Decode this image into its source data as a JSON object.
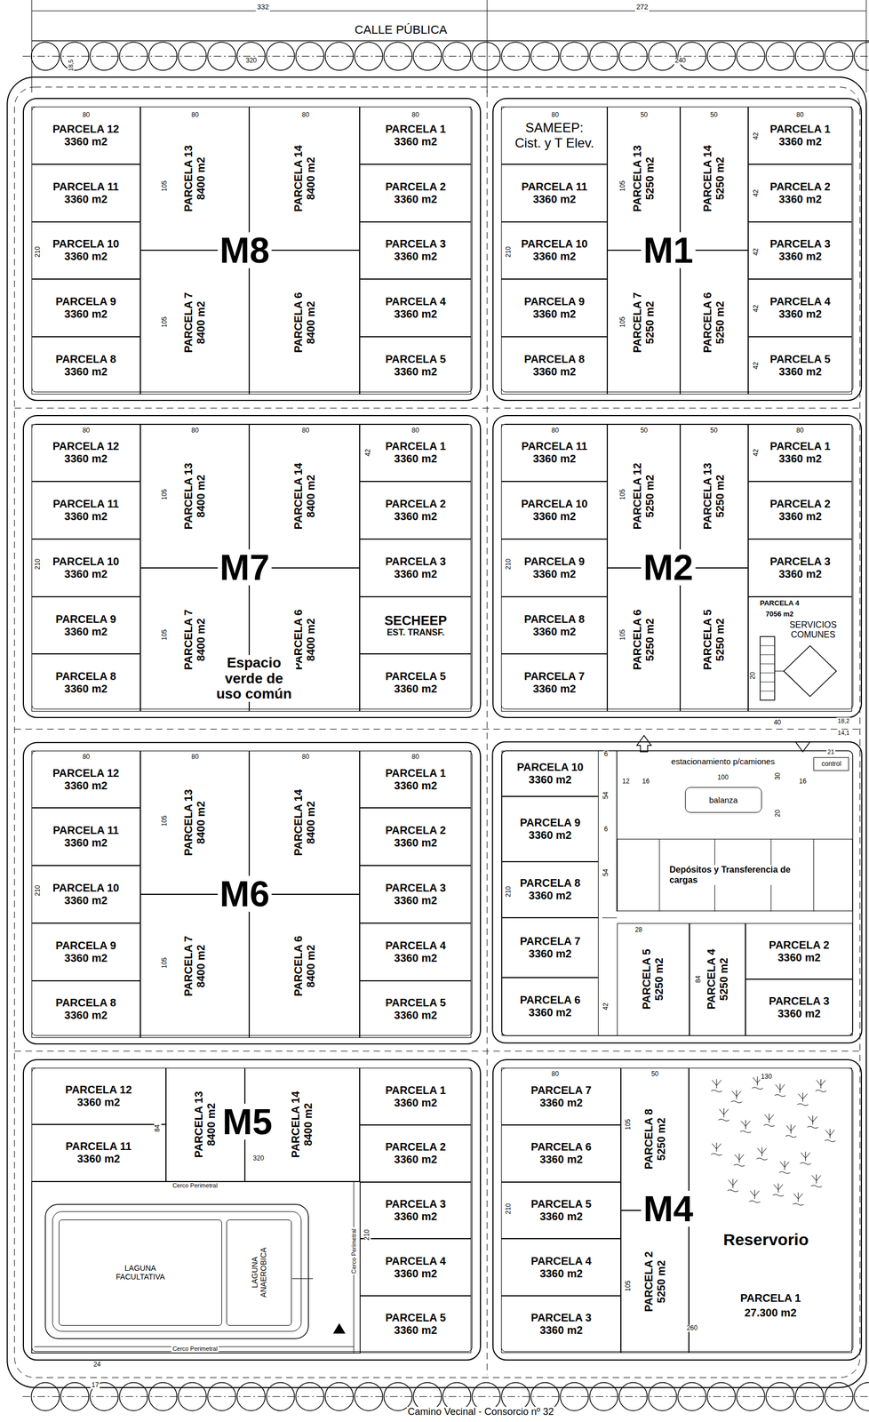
{
  "diagram": {
    "nodes": [
      {
        "text": [
          "M8"
        ]
      },
      {
        "text": [
          "PARCELA 12",
          "3360 m2"
        ],
        "in": 0
      },
      {
        "text": [
          "PARCELA 11",
          "3360 m2"
        ],
        "in": 0
      },
      {
        "text": [
          "PARCELA 10",
          "3360 m2"
        ],
        "in": 0
      },
      {
        "text": [
          "PARCELA 9",
          "3360 m2"
        ],
        "in": 0
      },
      {
        "text": [
          "PARCELA 8",
          "3360 m2"
        ],
        "in": 0
      },
      {
        "text": [
          "PARCELA 13",
          "8400 m2"
        ],
        "in": 0
      },
      {
        "text": [
          "PARCELA 7",
          "8400 m2"
        ],
        "in": 0
      },
      {
        "text": [
          "PARCELA 14",
          "8400 m2"
        ],
        "in": 0
      },
      {
        "text": [
          "PARCELA 6",
          "8400 m2"
        ],
        "in": 0
      },
      {
        "text": [
          "PARCELA 1",
          "3360 m2"
        ],
        "in": 0
      },
      {
        "text": [
          "PARCELA 2",
          "3360 m2"
        ],
        "in": 0
      },
      {
        "text": [
          "PARCELA 3",
          "3360 m2"
        ],
        "in": 0
      },
      {
        "text": [
          "PARCELA 4",
          "3360 m2"
        ],
        "in": 0
      },
      {
        "text": [
          "PARCELA 5",
          "3360 m2"
        ],
        "in": 0
      },
      {
        "text": [
          "M1"
        ]
      },
      {
        "text": [
          "SAMEEP:",
          "Cist. y T Elev."
        ],
        "in": 15
      },
      {
        "text": [
          "PARCELA 11",
          "3360 m2"
        ],
        "in": 15
      },
      {
        "text": [
          "PARCELA 10",
          "3360 m2"
        ],
        "in": 15
      },
      {
        "text": [
          "PARCELA 9",
          "3360 m2"
        ],
        "in": 15
      },
      {
        "text": [
          "PARCELA 8",
          "3360 m2"
        ],
        "in": 15
      },
      {
        "text": [
          "PARCELA 13",
          "5250 m2"
        ],
        "in": 15
      },
      {
        "text": [
          "PARCELA 7",
          "5250 m2"
        ],
        "in": 15
      },
      {
        "text": [
          "PARCELA 14",
          "5250 m2"
        ],
        "in": 15
      },
      {
        "text": [
          "PARCELA 6",
          "5250 m2"
        ],
        "in": 15
      },
      {
        "text": [
          "PARCELA 1",
          "3360 m2"
        ],
        "in": 15
      },
      {
        "text": [
          "PARCELA 2",
          "3360 m2"
        ],
        "in": 15
      },
      {
        "text": [
          "PARCELA 3",
          "3360 m2"
        ],
        "in": 15
      },
      {
        "text": [
          "PARCELA 4",
          "3360 m2"
        ],
        "in": 15
      },
      {
        "text": [
          "PARCELA 5",
          "3360 m2"
        ],
        "in": 15
      },
      {
        "text": [
          "M7"
        ]
      },
      {
        "text": [
          "PARCELA 12",
          "3360 m2"
        ],
        "in": 30
      },
      {
        "text": [
          "PARCELA 11",
          "3360 m2"
        ],
        "in": 30
      },
      {
        "text": [
          "PARCELA 10",
          "3360 m2"
        ],
        "in": 30
      },
      {
        "text": [
          "PARCELA 9",
          "3360 m2"
        ],
        "in": 30
      },
      {
        "text": [
          "PARCELA 8",
          "3360 m2"
        ],
        "in": 30
      },
      {
        "text": [
          "PARCELA 13",
          "8400 m2"
        ],
        "in": 30
      },
      {
        "text": [
          "PARCELA 7",
          "8400 m2"
        ],
        "in": 30
      },
      {
        "text": [
          "PARCELA 14",
          "8400 m2"
        ],
        "in": 30
      },
      {
        "text": [
          "PARCELA 6",
          "8400 m2"
        ],
        "in": 30
      },
      {
        "text": [
          "PARCELA 1",
          "3360 m2"
        ],
        "in": 30
      },
      {
        "text": [
          "PARCELA 2",
          "3360 m2"
        ],
        "in": 30
      },
      {
        "text": [
          "PARCELA 3",
          "3360 m2"
        ],
        "in": 30
      },
      {
        "text": [
          "SECHEEP",
          "EST. TRANSF."
        ],
        "in": 30
      },
      {
        "text": [
          "PARCELA 5",
          "3360 m2"
        ],
        "in": 30
      },
      {
        "text": [
          "M2"
        ]
      },
      {
        "text": [
          "PARCELA 11",
          "3360 m2"
        ],
        "in": 45
      },
      {
        "text": [
          "PARCELA 10",
          "3360 m2"
        ],
        "in": 45
      },
      {
        "text": [
          "PARCELA 9",
          "3360 m2"
        ],
        "in": 45
      },
      {
        "text": [
          "PARCELA 8",
          "3360 m2"
        ],
        "in": 45
      },
      {
        "text": [
          "PARCELA 7",
          "3360 m2"
        ],
        "in": 45
      },
      {
        "text": [
          "PARCELA 12",
          "5250 m2"
        ],
        "in": 45
      },
      {
        "text": [
          "PARCELA 6",
          "5250 m2"
        ],
        "in": 45
      },
      {
        "text": [
          "PARCELA 13",
          "5250 m2"
        ],
        "in": 45
      },
      {
        "text": [
          "PARCELA 5",
          "5250 m2"
        ],
        "in": 45
      },
      {
        "text": [
          "PARCELA 1",
          "3360 m2"
        ],
        "in": 45
      },
      {
        "text": [
          "PARCELA 2",
          "3360 m2"
        ],
        "in": 45
      },
      {
        "text": [
          "PARCELA 3",
          "3360 m2"
        ],
        "in": 45
      },
      {
        "text": [
          "PARCELA 4",
          "7056 m2",
          "SERVICIOS COMUNES"
        ],
        "in": 45
      },
      {
        "text": [
          "M6"
        ]
      },
      {
        "text": [
          "PARCELA 12",
          "3360 m2"
        ],
        "in": 59
      },
      {
        "text": [
          "PARCELA 11",
          "3360 m2"
        ],
        "in": 59
      },
      {
        "text": [
          "PARCELA 10",
          "3360 m2"
        ],
        "in": 59
      },
      {
        "text": [
          "PARCELA 9",
          "3360 m2"
        ],
        "in": 59
      },
      {
        "text": [
          "PARCELA 8",
          "3360 m2"
        ],
        "in": 59
      },
      {
        "text": [
          "PARCELA 13",
          "8400 m2"
        ],
        "in": 59
      },
      {
        "text": [
          "PARCELA 7",
          "8400 m2"
        ],
        "in": 59
      },
      {
        "text": [
          "PARCELA 14",
          "8400 m2"
        ],
        "in": 59
      },
      {
        "text": [
          "PARCELA 6",
          "8400 m2"
        ],
        "in": 59
      },
      {
        "text": [
          "PARCELA 1",
          "3360 m2"
        ],
        "in": 59
      },
      {
        "text": [
          "PARCELA 2",
          "3360 m2"
        ],
        "in": 59
      },
      {
        "text": [
          "PARCELA 3",
          "3360 m2"
        ],
        "in": 59
      },
      {
        "text": [
          "PARCELA 4",
          "3360 m2"
        ],
        "in": 59
      },
      {
        "text": [
          "PARCELA 5",
          "3360 m2"
        ],
        "in": 59
      },
      {
        "text": [
          "PARCELA 10",
          "3360 m2"
        ]
      },
      {
        "text": [
          "PARCELA 9",
          "3360 m2"
        ]
      },
      {
        "text": [
          "PARCELA 8",
          "3360 m2"
        ]
      },
      {
        "text": [
          "PARCELA 7",
          "3360 m2"
        ]
      },
      {
        "text": [
          "PARCELA 6",
          "3360 m2"
        ]
      },
      {
        "text": [
          "balanza"
        ]
      },
      {
        "text": [
          "Depósitos y Transferencia de cargas"
        ]
      },
      {
        "text": [
          "control"
        ]
      },
      {
        "text": [
          "PARCELA 5",
          "5250 m2"
        ]
      },
      {
        "text": [
          "PARCELA 4",
          "5250 m2"
        ]
      },
      {
        "text": [
          "PARCELA 2",
          "3360 m2"
        ]
      },
      {
        "text": [
          "PARCELA 3",
          "3360 m2"
        ]
      },
      {
        "text": [
          "M5"
        ]
      },
      {
        "text": [
          "PARCELA 12",
          "3360 m2"
        ],
        "in": 86
      },
      {
        "text": [
          "PARCELA 11",
          "3360 m2"
        ],
        "in": 86
      },
      {
        "text": [
          "PARCELA 13",
          "8400 m2"
        ],
        "in": 86
      },
      {
        "text": [
          "PARCELA 14",
          "8400 m2"
        ],
        "in": 86
      },
      {
        "text": [
          "PARCELA 1",
          "3360 m2"
        ],
        "in": 86
      },
      {
        "text": [
          "PARCELA 2",
          "3360 m2"
        ],
        "in": 86
      },
      {
        "text": [
          "PARCELA 3",
          "3360 m2"
        ],
        "in": 86
      },
      {
        "text": [
          "PARCELA 4",
          "3360 m2"
        ],
        "in": 86
      },
      {
        "text": [
          "PARCELA 5",
          "3360 m2"
        ],
        "in": 86
      },
      {
        "text": [
          "LAGUNA FACULTATIVA"
        ],
        "in": 86
      },
      {
        "text": [
          "LAGUNA ANAEROBICA"
        ],
        "in": 86
      },
      {
        "text": [
          "M4"
        ]
      },
      {
        "text": [
          "PARCELA 7",
          "3360 m2"
        ],
        "in": 98
      },
      {
        "text": [
          "PARCELA 6",
          "3360 m2"
        ],
        "in": 98
      },
      {
        "text": [
          "PARCELA 5",
          "3360 m2"
        ],
        "in": 98
      },
      {
        "text": [
          "PARCELA 4",
          "3360 m2"
        ],
        "in": 98
      },
      {
        "text": [
          "PARCELA 3",
          "3360 m2"
        ],
        "in": 98
      },
      {
        "text": [
          "PARCELA 8",
          "5250 m2"
        ],
        "in": 98
      },
      {
        "text": [
          "PARCELA 2",
          "5250 m2"
        ],
        "in": 98
      },
      {
        "text": [
          "Reservorio",
          "PARCELA 1",
          "27.300 m2"
        ],
        "in": 98
      }
    ],
    "labels": [
      "CALLE PÚBLICA",
      "332",
      "272",
      "320",
      "240",
      "18,5",
      "80",
      "80",
      "80",
      "80",
      "105",
      "210",
      "105",
      "80",
      "50",
      "50",
      "80",
      "105",
      "210",
      "105",
      "42",
      "42",
      "42",
      "42",
      "42",
      "80",
      "80",
      "80",
      "80",
      "105",
      "210",
      "105",
      "42",
      "Espacio verde de uso común",
      "80",
      "50",
      "50",
      "80",
      "105",
      "210",
      "105",
      "42",
      "20",
      "80",
      "80",
      "80",
      "80",
      "105",
      "210",
      "105",
      "6",
      "54",
      "6",
      "54",
      "210",
      "42",
      "estacionamiento p/camiones",
      "12",
      "16",
      "100",
      "30",
      "16",
      "20",
      "28",
      "84",
      "40",
      "18,2",
      "14,1",
      "21",
      "84",
      "320",
      "210",
      "Cerco Perimetral",
      "Cerco Perimetral",
      "Cerco Perimetral",
      "80",
      "50",
      "130",
      "105",
      "210",
      "105",
      "260",
      "24",
      "17",
      "Camino Vecinal - Consorcio nº 32"
    ]
  }
}
